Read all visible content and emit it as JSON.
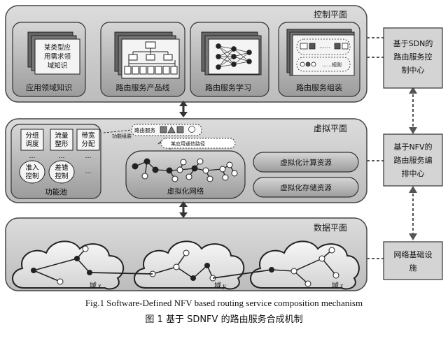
{
  "planes": {
    "control": {
      "title": "控制平面",
      "modules": [
        {
          "icon_text": [
            "某类型应",
            "用需求领",
            "域知识"
          ],
          "label": "应用领域知识"
        },
        {
          "label": "路由服务产品线"
        },
        {
          "label": "路由服务学习"
        },
        {
          "label": "路由服务组装",
          "icon_text": [
            "……",
            "……规则"
          ]
        }
      ]
    },
    "virtual": {
      "title": "虚拟平面",
      "function_pool": {
        "label": "功能池",
        "items": [
          [
            "分组",
            "调度"
          ],
          [
            "流量",
            "整形"
          ],
          [
            "带宽",
            "分配"
          ],
          [
            "准入",
            "控制"
          ],
          [
            "差错",
            "控制"
          ]
        ],
        "ellipsis": "…"
      },
      "network_label": "虚拟化网络",
      "assembly_label": "功能组装",
      "route_service_label": "路由服务",
      "app_path_label": "某应用通信路径",
      "compute_label": "虚拟化计算资源",
      "storage_label": "虚拟化存储资源"
    },
    "data": {
      "title": "数据平面",
      "domains": [
        {
          "prefix": "域",
          "var": "x"
        },
        {
          "prefix": "域",
          "var": "y"
        },
        {
          "prefix": "域",
          "var": "z"
        }
      ]
    }
  },
  "side_boxes": [
    [
      "基于SDN的",
      "路由服务控",
      "制中心"
    ],
    [
      "基于NFV的",
      "路由服务编",
      "排中心"
    ],
    [
      "网络基础设",
      "施"
    ]
  ],
  "caption": {
    "en": "Fig.1    Software-Defined NFV based routing service composition mechanism",
    "cn": "图 1    基于 SDNFV 的路由服务合成机制"
  }
}
